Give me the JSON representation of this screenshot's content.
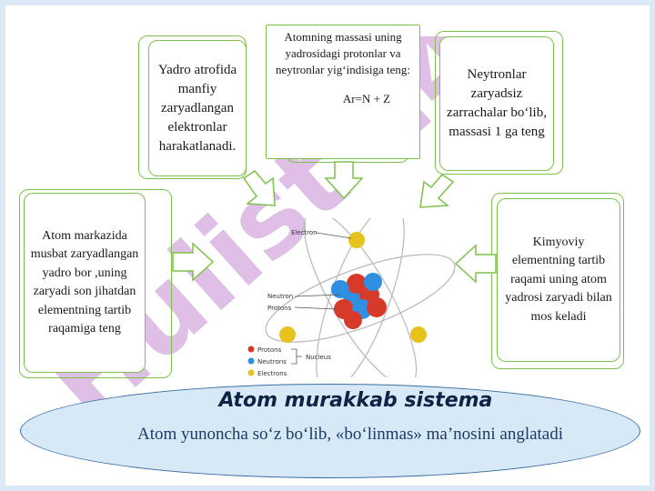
{
  "watermark": "Hulist 24",
  "boxes": {
    "electrons": "Yadro atrofida manfiy zaryadlangan elektronlar harakatlanadi.",
    "mass_text": "Atomning massasi uning yadrosidagi protonlar va neytronlar yig‘indisiga teng:",
    "mass_formula": "Ar=N + Z",
    "neutrons": "Neytronlar zaryadsiz zarrachalar bo‘lib, massasi 1 ga teng",
    "nucleus": "Atom markazida musbat zaryadlangan yadro bor ,uning zaryadi son jihatdan elementning tartib raqamiga teng",
    "atomic_number": "Kimyoviy elementning tartib raqami uning atom yadrosi zaryadi bilan mos keladi"
  },
  "atom_diagram": {
    "electron_label": "Electron",
    "neutron_label": "Neutron",
    "protons_label": "Protons",
    "legend": [
      "Protons",
      "Neutrons",
      "Electrons"
    ],
    "nucleus_label": "Nucleus"
  },
  "footer": {
    "title": "Atom murakkab sistema",
    "text": "Atom yunoncha so‘z bo‘lib, «bo‘linmas» ma’nosini anglatadi"
  },
  "colors": {
    "box_border": "#7cc24a",
    "watermark": "#c48ad0",
    "oval_fill": "#d7e8f7",
    "oval_border": "#3a6ea5",
    "proton": "#d83a2a",
    "neutron": "#2f8fe0",
    "electron": "#e8c21c"
  }
}
